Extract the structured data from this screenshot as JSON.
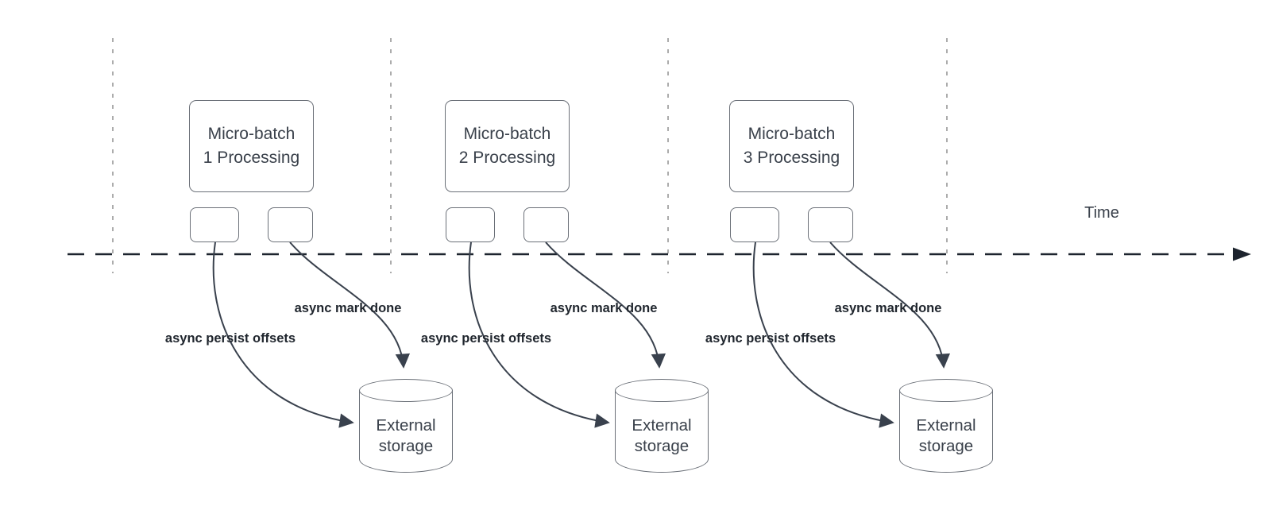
{
  "diagram": {
    "time_axis_label": "Time",
    "groups": [
      {
        "title": "Micro-batch 1 Processing",
        "persist_label": "async persist offsets",
        "done_label": "async mark done",
        "storage_label": "External storage"
      },
      {
        "title": "Micro-batch 2 Processing",
        "persist_label": "async persist offsets",
        "done_label": "async mark done",
        "storage_label": "External storage"
      },
      {
        "title": "Micro-batch 3 Processing",
        "persist_label": "async persist offsets",
        "done_label": "async mark done",
        "storage_label": "External storage"
      }
    ],
    "colors": {
      "connector": "#39414d",
      "timeline": "#1d242e",
      "guide": "#9e9e9e",
      "box_border": "#6b7078",
      "text": "#3a414b",
      "label_text": "#1f252d"
    }
  }
}
